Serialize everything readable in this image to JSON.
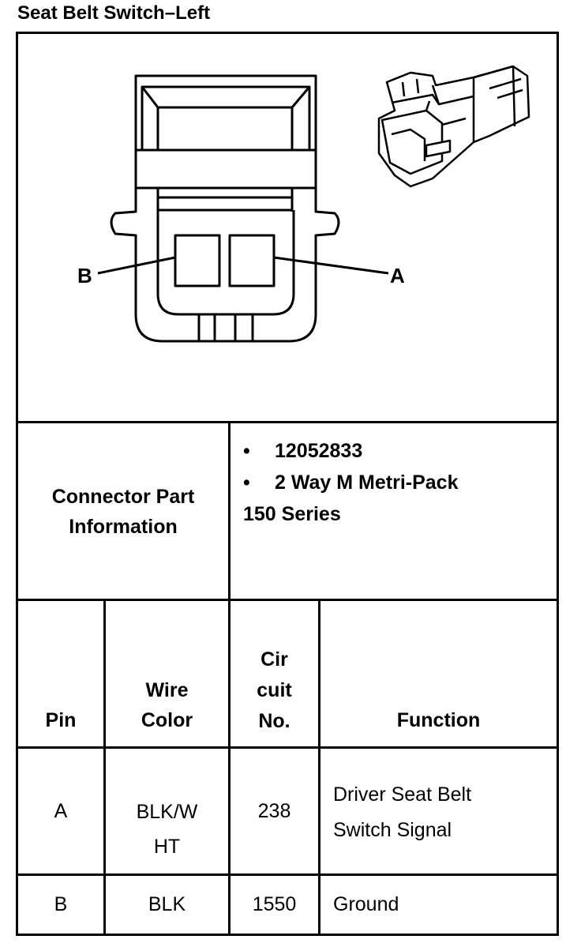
{
  "title": "Seat Belt Switch–Left",
  "diagram": {
    "pin_labels": {
      "a": "A",
      "b": "B"
    }
  },
  "connector_info": {
    "label_line1": "Connector Part",
    "label_line2": "Information",
    "items": [
      "12052833",
      "2 Way M Metri-Pack"
    ],
    "continuation": "150 Series"
  },
  "table": {
    "headers": {
      "pin": [
        "Pin"
      ],
      "wire_color": [
        "Wire",
        "Color"
      ],
      "circuit_no": [
        "Cir",
        "cuit",
        "No."
      ],
      "function": [
        "Function"
      ]
    },
    "rows": [
      {
        "pin": "A",
        "wire_color": [
          "BLK/W",
          "HT"
        ],
        "circuit": "238",
        "function": [
          "Driver Seat Belt",
          "Switch Signal"
        ]
      },
      {
        "pin": "B",
        "wire_color": [
          "BLK"
        ],
        "circuit": "1550",
        "function": [
          "Ground"
        ]
      }
    ]
  },
  "bullet_glyph": "•"
}
